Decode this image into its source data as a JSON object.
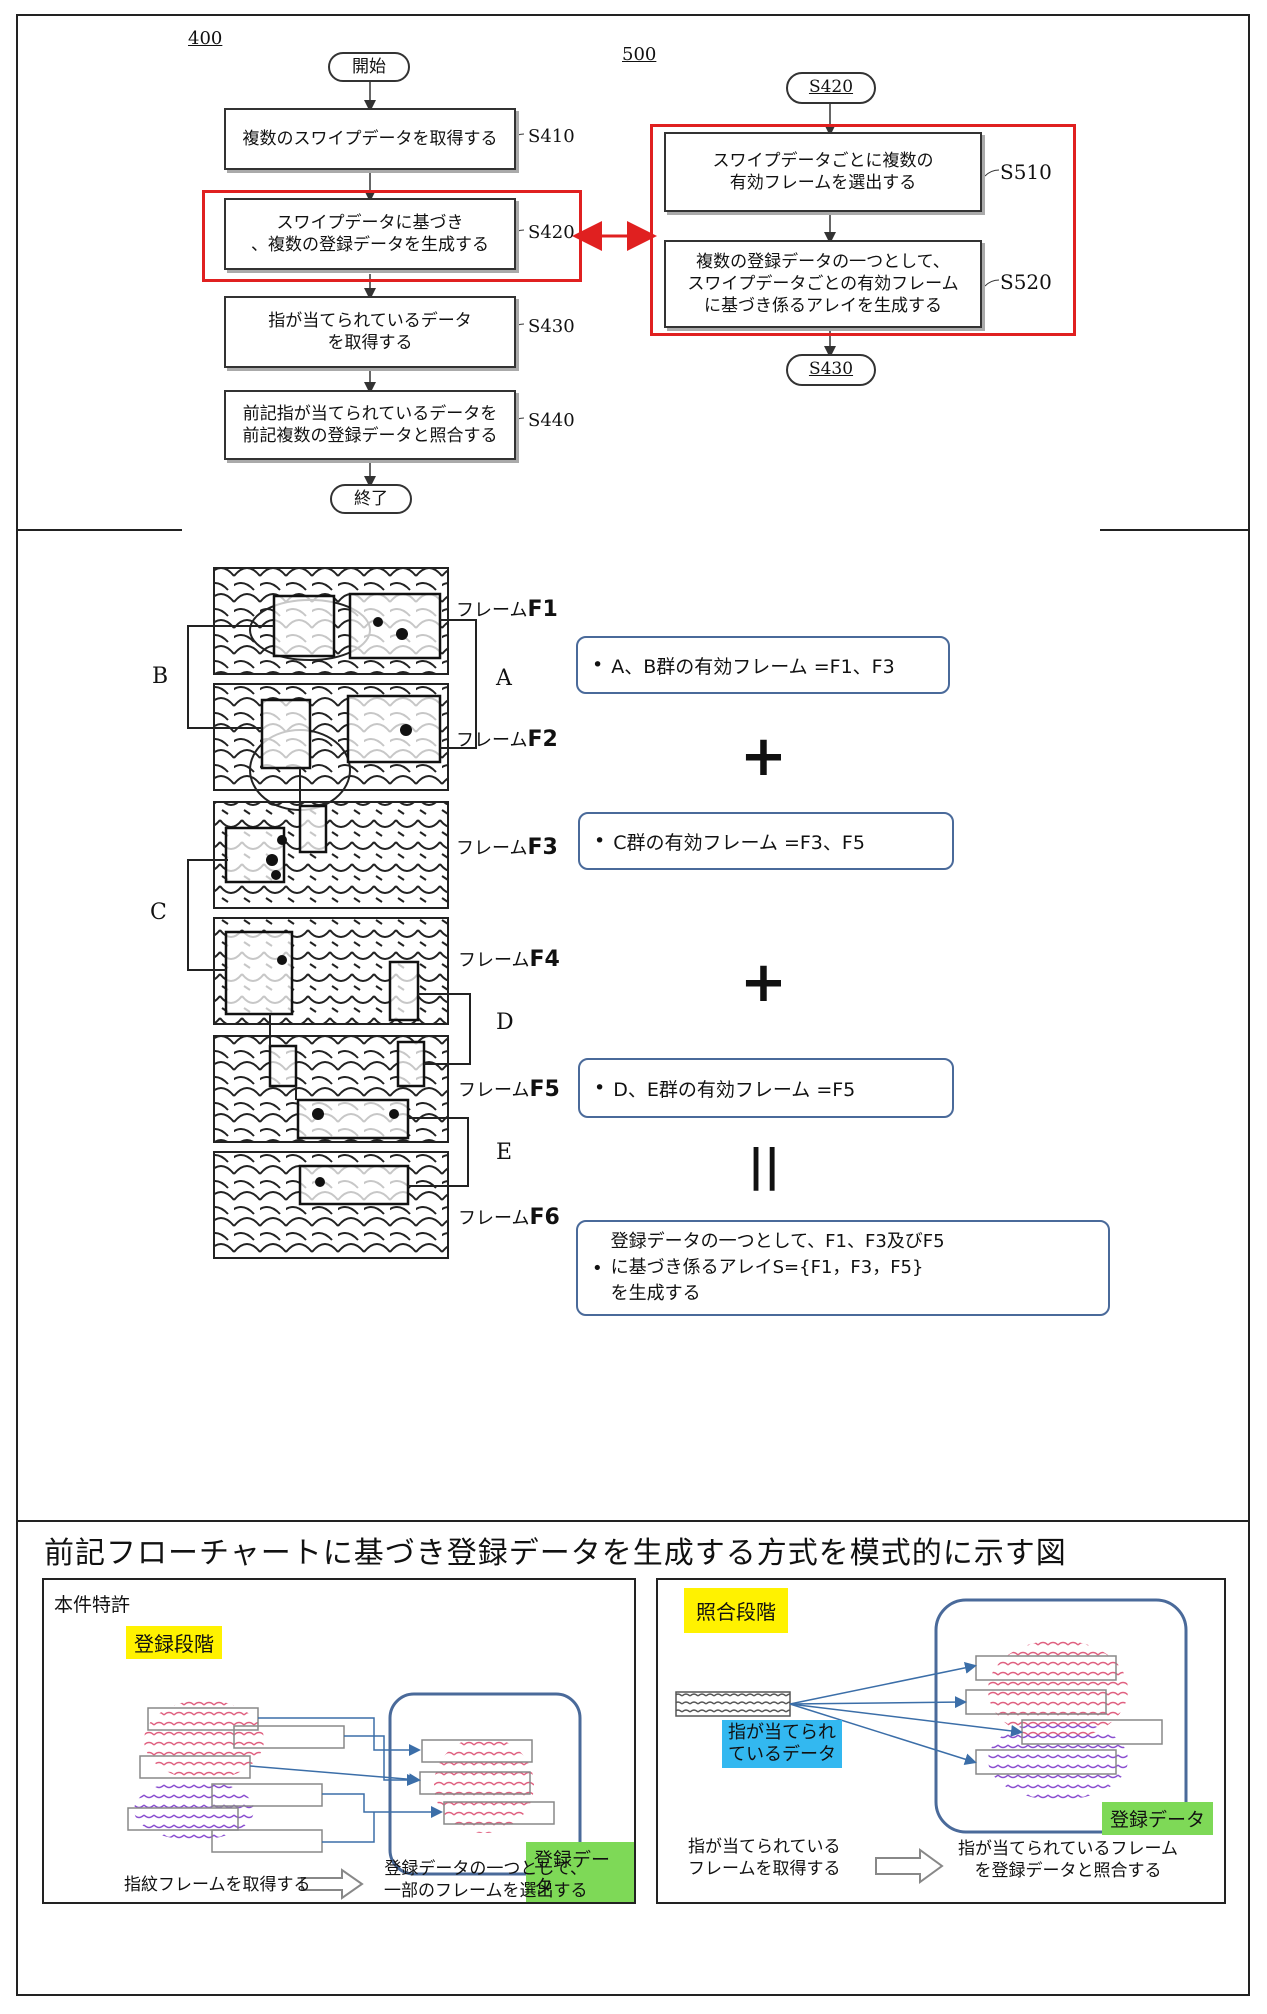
{
  "flowchart_400": {
    "ref": "400",
    "start": "開始",
    "steps": [
      {
        "label": "S410",
        "text": [
          "複数のスワイプデータを取得する"
        ]
      },
      {
        "label": "S420",
        "text": [
          "スワイプデータに基づき",
          "、複数の登録データを生成する"
        ]
      },
      {
        "label": "S430",
        "text": [
          "指が当てられているデータ",
          "を取得する"
        ]
      },
      {
        "label": "S440",
        "text": [
          "前記指が当てられているデータを",
          "前記複数の登録データと照合する"
        ]
      }
    ],
    "end": "終了"
  },
  "flowchart_500": {
    "ref": "500",
    "start": "S420",
    "steps": [
      {
        "label": "S510",
        "text": [
          "スワイプデータごとに複数の",
          "有効フレームを選出する"
        ]
      },
      {
        "label": "S520",
        "text": [
          "複数の登録データの一つとして、",
          "スワイプデータごとの有効フレーム",
          "に基づき係るアレイを生成する"
        ]
      }
    ],
    "end": "S430"
  },
  "frames": {
    "prefix": "フレーム",
    "ids": [
      "F1",
      "F2",
      "F3",
      "F4",
      "F5",
      "F6"
    ],
    "groups": [
      "A",
      "B",
      "C",
      "D",
      "E"
    ]
  },
  "info": {
    "ab": "A、B群の有効フレーム =F1、F3",
    "c": "C群の有効フレーム =F3、F5",
    "de": "D、E群の有効フレーム =F5",
    "result": [
      "登録データの一つとして、F1、F3及びF5",
      "に基づき係るアレイS={F1，F3，F5}",
      "を生成する"
    ],
    "plus": "+",
    "equals": "||"
  },
  "bottom": {
    "title": "前記フローチャートに基づき登録データを生成する方式を模式的に示す図",
    "left": {
      "heading": "本件特許",
      "badge": "登録段階",
      "green": "登録データ",
      "cap_left": "指紋フレームを取得する",
      "cap_right": [
        "登録データの一つとして、",
        "一部のフレームを選出する"
      ]
    },
    "right": {
      "badge": "照合段階",
      "blue": [
        "指が当てられ",
        "ているデータ"
      ],
      "green": "登録データ",
      "cap_left": [
        "指が当てられている",
        "フレームを取得する"
      ],
      "cap_right": [
        "指が当てられているフレーム",
        "を登録データと照合する"
      ]
    }
  }
}
